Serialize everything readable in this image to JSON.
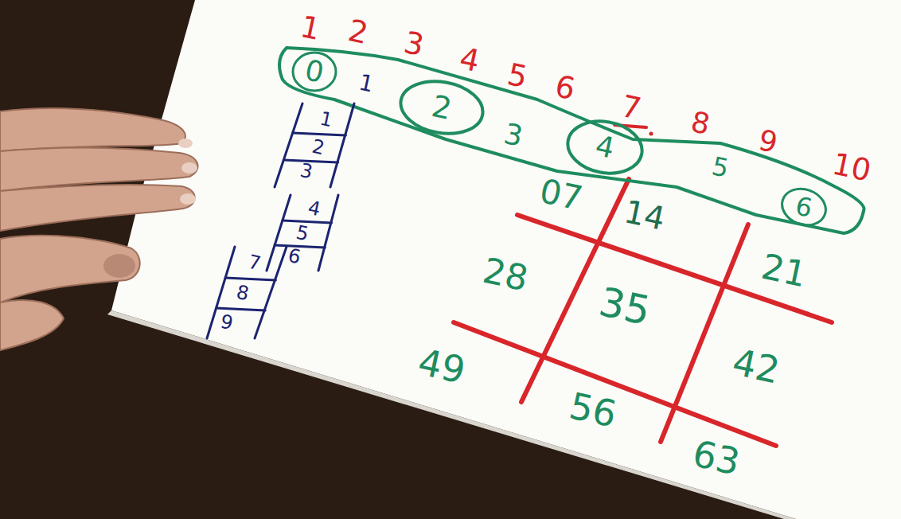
{
  "diagram": {
    "nodes": [
      {
        "text": [
          "0",
          "1",
          "3",
          "5",
          "6"
        ]
      },
      {
        "text": [
          "2"
        ],
        "in": 0
      },
      {
        "text": [
          "4"
        ],
        "in": 0
      },
      {
        "text": [
          "1",
          "2",
          "3"
        ]
      },
      {
        "text": [
          "4",
          "5",
          "6"
        ]
      },
      {
        "text": [
          "7",
          "8",
          "9"
        ]
      }
    ],
    "labels": [
      "1",
      "2",
      "3",
      "4",
      "5",
      "6",
      "7",
      "8",
      "9",
      "10",
      "07",
      "14",
      "21",
      "28",
      "35",
      "42",
      "49",
      "56",
      "63"
    ]
  }
}
